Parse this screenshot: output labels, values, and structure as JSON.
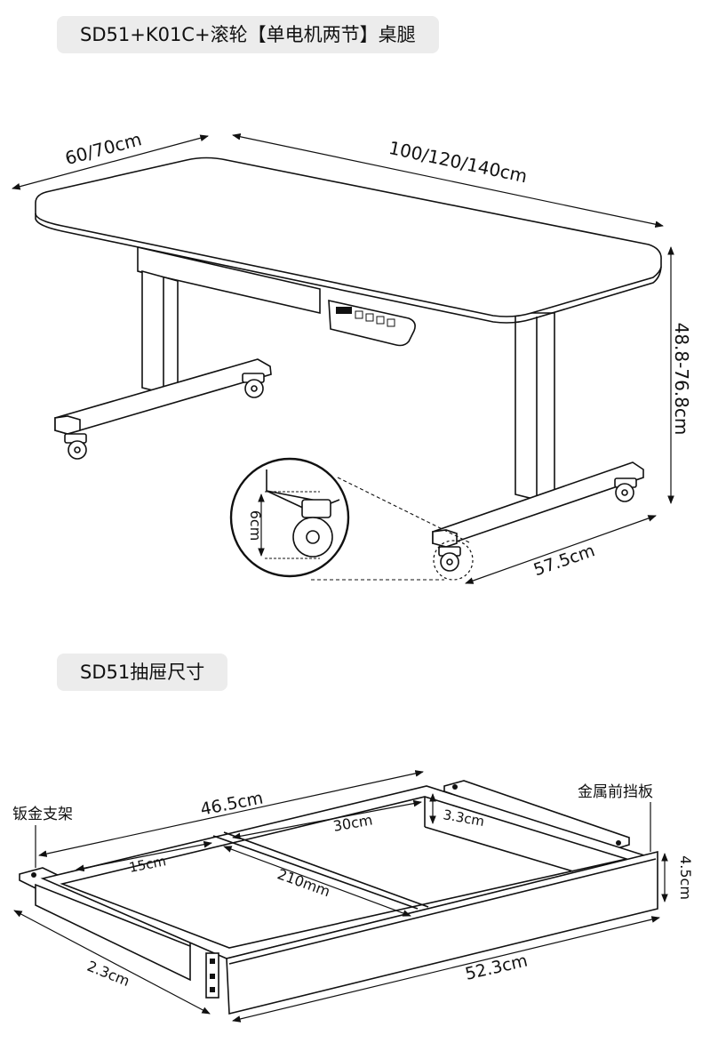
{
  "headings": {
    "desk_title": "SD51+K01C+滚轮【单电机两节】桌腿",
    "drawer_title": "SD51抽屉尺寸"
  },
  "desk_dims": {
    "depth": "60/70cm",
    "width": "100/120/140cm",
    "height": "48.8-76.8cm",
    "foot_length": "57.5cm",
    "caster_height": "6cm"
  },
  "drawer_dims": {
    "outer_depth": "46.5cm",
    "inner_front": "30cm",
    "inner_side": "15cm",
    "divider": "210mm",
    "front_lip": "3.3cm",
    "front_height": "4.5cm",
    "bracket_height": "2.3cm",
    "length": "52.3cm"
  },
  "callouts": {
    "bracket": "钣金支架",
    "front_plate": "金属前挡板"
  }
}
